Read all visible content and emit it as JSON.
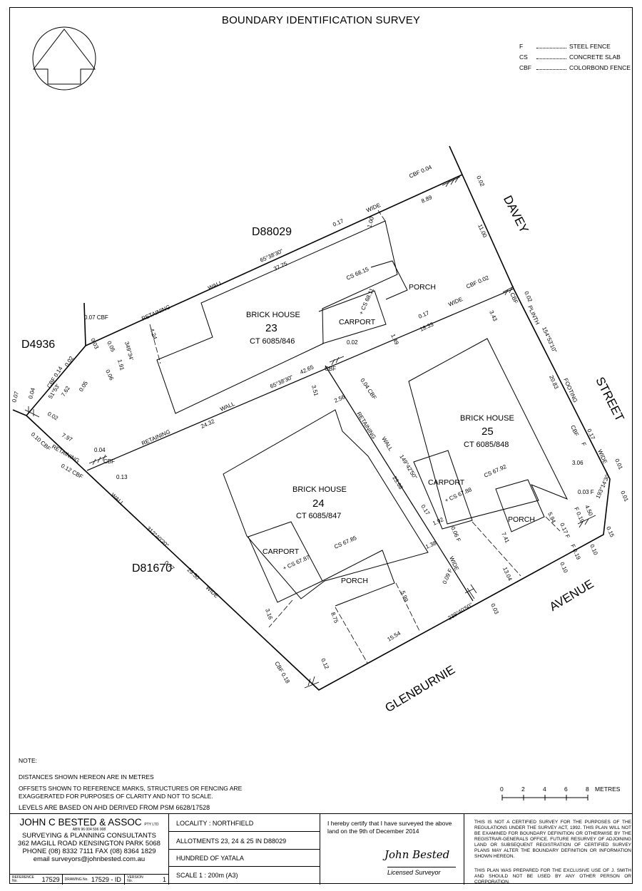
{
  "title": "BOUNDARY IDENTIFICATION SURVEY",
  "legend": [
    {
      "code": "F",
      "meaning": "STEEL FENCE"
    },
    {
      "code": "CS",
      "meaning": "CONCRETE SLAB"
    },
    {
      "code": "CBF",
      "meaning": "COLORBOND FENCE"
    }
  ],
  "adjoining": {
    "north": "D88029",
    "west": "D4936",
    "south_west": "D81670"
  },
  "streets": {
    "davey": "DAVEY",
    "street": "STREET",
    "avenue": "AVENUE",
    "glenburnie": "GLENBURNIE"
  },
  "houses": [
    {
      "name": "BRICK HOUSE",
      "number": "23",
      "ct": "CT 6085/846",
      "carport": "CARPORT",
      "porch": "PORCH"
    },
    {
      "name": "BRICK HOUSE",
      "number": "24",
      "ct": "CT 6085/847",
      "carport": "CARPORT",
      "porch": "PORCH"
    },
    {
      "name": "BRICK HOUSE",
      "number": "25",
      "ct": "CT 6085/848",
      "carport": "CARPORT",
      "porch": "PORCH"
    }
  ],
  "labels": {
    "b_north": "65°38'30\"",
    "d_north": "37.75",
    "wall": "WALL",
    "retaining": "RETAINING",
    "wide": "WIDE",
    "v017": "0.17",
    "v100": "1.00",
    "v889": "8.89",
    "v1100": "11.00",
    "cbf004": "CBF 0.04",
    "v002": "0.02",
    "cbf002": "CBF 0.02",
    "cbf": "CBF",
    "plinth": "PLINTH",
    "b_east": "154°53'10\"",
    "d_east": "20.83",
    "footing": "FOOTING",
    "f": "F",
    "cs6815": "CS 68.15",
    "cs6811": "+ CS 68.11",
    "v149": "1.49",
    "v424": "4.24",
    "cbf007": "0.07 CBF",
    "v003": "0.03",
    "v005": "0.05",
    "v006": "0.06",
    "b_west": "349°34'",
    "v191": "1.91",
    "b_mid": "65°38'30\"",
    "d_mid": "42.65",
    "v1833": "18.33",
    "v343": "3.43",
    "v351": "3.51",
    "v256": "2.56",
    "v004cbf": "0.04 CBF",
    "cbf014": "CBF 0.14",
    "v004": "0.04",
    "v007": "0.07",
    "b_ws": "51°53'",
    "v762": "7.62",
    "v002b": "0.02",
    "v797": "7.97",
    "cbf010": "0.10 CBF",
    "cbf012": "0.12 CBF",
    "v013": "0.13",
    "d_mid2": "24.32",
    "b_sw": "312°40'20\"",
    "d_sw": "29.50",
    "v077": "0.77",
    "b_div": "149°42'50\"",
    "d_div": "23.68",
    "cs6785": "CS 67.85",
    "cs6787": "+ CS 67.87",
    "cs6792": "CS 67.92",
    "cs6788": "+ CS 67.88",
    "v192": "1.92",
    "v138": "1.38",
    "v006f": "0.06 F",
    "v009f": "0.09 F",
    "v316": "3.16",
    "v875": "8.75",
    "v599": "5.99",
    "d_s": "15.54",
    "b_s": "239°40'50\"",
    "v003b": "0.03",
    "v741": "7.41",
    "d_s2": "13.04",
    "v594": "5.94",
    "v306": "3.06",
    "v003f": "0.03 F",
    "f019": "F 0.19",
    "v450": "4.50",
    "b_corner": "193°14'30\"",
    "v001": "0.01",
    "v001b": "0.01",
    "v015": "0.15",
    "v010": "0.10",
    "v010b": "0.10",
    "f019b": "F 0.19",
    "v017f": "0.17 F",
    "cbf018": "CBF 0.18",
    "v012": "0.12"
  },
  "notes": {
    "heading": "NOTE:",
    "lines": [
      "DISTANCES SHOWN HEREON ARE IN METRES",
      "OFFSETS SHOWN TO REFERENCE MARKS, STRUCTURES OR FENCING ARE EXAGGERATED FOR PURPOSES OF CLARITY AND NOT TO SCALE.",
      "LEVELS ARE BASED ON AHD DERIVED FROM PSM 6628/17528"
    ]
  },
  "scale_bar": {
    "ticks": [
      "0",
      "2",
      "4",
      "6",
      "8"
    ],
    "unit": "METRES"
  },
  "title_block": {
    "firm": "JOHN C BESTED & ASSOC",
    "pty": "PTY LTD",
    "abn": "ABN 96 004 596 908",
    "services": "SURVEYING & PLANNING CONSULTANTS",
    "address": "362 MAGILL ROAD KENSINGTON PARK 5068",
    "phone": "PHONE (08) 8332 7111 FAX (08) 8364 1829",
    "email": "email surveyors@johnbested.com.au",
    "reference_label": "REFERENCE No.",
    "reference": "17529",
    "drawing_label": "DRAWING No.",
    "drawing": "17529 - ID",
    "version_label": "VERSION No.",
    "version": "1",
    "locality": "LOCALITY :   NORTHFIELD",
    "allotments": "ALLOTMENTS  23, 24 & 25 IN D88029",
    "hundred": "HUNDRED OF YATALA",
    "scale": "SCALE 1 : 200m (A3)",
    "certification": "I hereby certify that I have surveyed the above land on the 9th of December 2014",
    "signature": "John Bested",
    "signatory": "Licensed Surveyor",
    "disclaimer1": "THIS IS NOT A CERTIFIED SURVEY FOR THE PURPOSES OF THE REGULATIONS UNDER THE SURVEY ACT, 1992. THIS PLAN WILL NOT BE EXAMINED FOR BOUNDARY DEFINITION OR OTHERWISE BY THE REGISTRAR-GENERALS OFFICE. FUTURE RESURVEY OF ADJOINING LAND OR SUBSEQUENT REGISTRATION OF CERTIFIED SURVEY PLANS MAY ALTER THE BOUNDARY DEFINITION OR INFORMATION SHOWN HEREON.",
    "disclaimer2": "THIS PLAN WAS PREPARED FOR THE EXCLUSIVE USE OF J. SMITH AND SHOULD NOT BE USED BY ANY OTHER PERSON OR CORPORATION."
  }
}
